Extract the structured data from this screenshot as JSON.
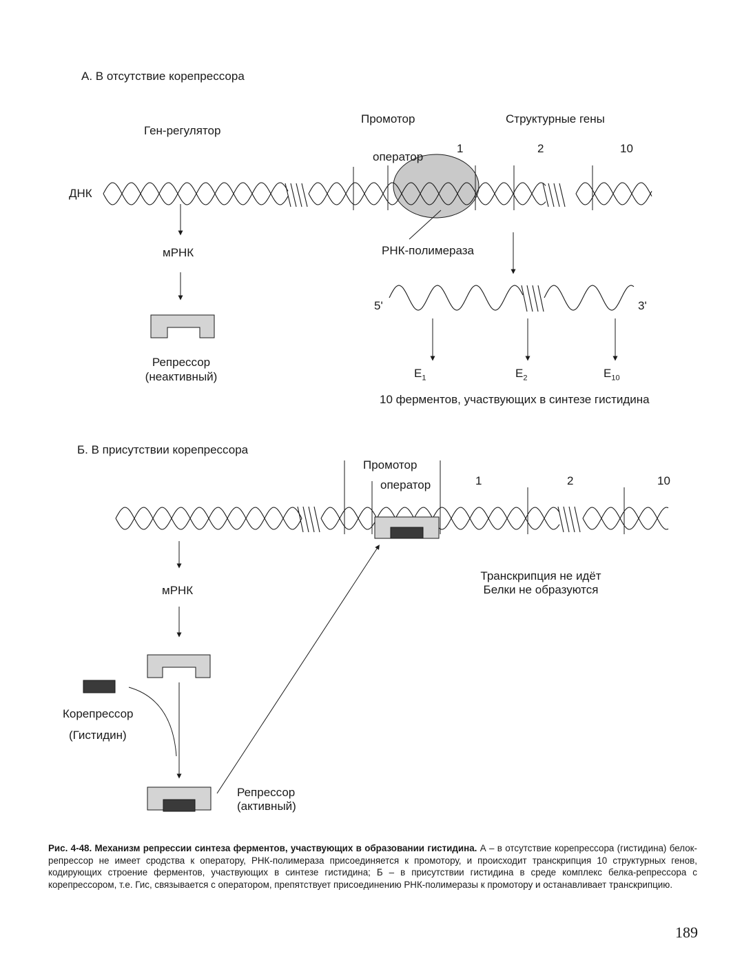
{
  "panel_a": {
    "title": "А. В отсутствие корепрессора",
    "promoter": "Промотор",
    "structural_genes": "Структурные гены",
    "gene_regulator": "Ген-регулятор",
    "operator": "оператор",
    "gene_numbers": [
      "1",
      "2",
      "10"
    ],
    "dna": "ДНК",
    "mrna": "мРНК",
    "rna_polymerase": "РНК-полимераза",
    "five_prime": "5'",
    "three_prime": "3'",
    "enzymes": [
      {
        "letter": "E",
        "sub": "1"
      },
      {
        "letter": "E",
        "sub": "2"
      },
      {
        "letter": "E",
        "sub": "10"
      }
    ],
    "enzymes_note": "10 ферментов, участвующих в синтезе гистидина",
    "repressor_line1": "Репрессор",
    "repressor_line2": "(неактивный)"
  },
  "panel_b": {
    "title": "Б. В присутствии корепрессора",
    "promoter": "Промотор",
    "operator": "оператор",
    "gene_numbers": [
      "1",
      "2",
      "10"
    ],
    "mrna": "мРНК",
    "transcription_line1": "Транскрипция не идёт",
    "transcription_line2": "Белки не образуются",
    "corepressor_line1": "Корепрессор",
    "corepressor_line2": "(Гистидин)",
    "repressor_line1": "Репрессор",
    "repressor_line2": "(активный)"
  },
  "caption": {
    "bold": "Рис. 4-48. Механизм репрессии синтеза ферментов, участвующих в образовании гистидина.",
    "text": " А – в отсутствие корепрессора (гистидина) белок-репрессор не имеет сродства к оператору, РНК-полимераза присоединяется к промотору, и происходит транскрипция 10 структурных генов, кодирующих строение ферментов, участвующих в синтезе гистидина; Б – в присутствии гистидина в среде комплекс белка-репрессора с корепрессором, т.е. Гис, связывается с оператором, препятствует присоединению РНК-полимеразы к промотору и останавливает транскрипцию."
  },
  "page_number": "189",
  "colors": {
    "ink": "#1a1a1a",
    "protein_fill": "#d4d4d4",
    "polymerase_fill": "#c9c9c9",
    "corepressor_fill": "#3a3a3a"
  }
}
